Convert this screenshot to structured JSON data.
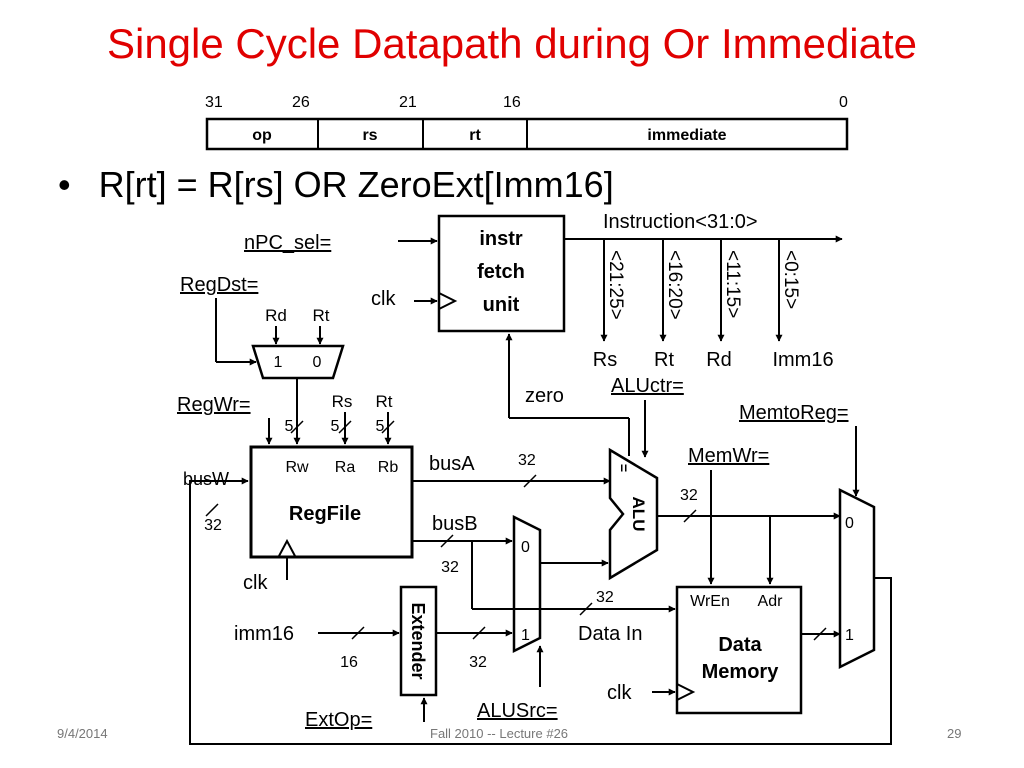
{
  "title": "Single Cycle Datapath during Or Immediate",
  "format": {
    "bit_numbers": [
      "31",
      "26",
      "21",
      "16",
      "0"
    ],
    "fields": [
      "op",
      "rs",
      "rt",
      "immediate"
    ]
  },
  "bullet": {
    "symbol": "•",
    "text": "R[rt]  =  R[rs]  OR  ZeroExt[Imm16]"
  },
  "signals": {
    "npc_sel": "nPC_sel=",
    "regdst": "RegDst=",
    "regwr": "RegWr=",
    "aluctr": "ALUctr=",
    "memtoreg": "MemtoReg=",
    "memwr": "MemWr=",
    "extop": "ExtOp=",
    "alusrc": "ALUSrc="
  },
  "ifu": {
    "lines": [
      "instr",
      "fetch",
      "unit"
    ],
    "clk": "clk",
    "instruction": "Instruction<31:0>",
    "fields": [
      "<21:25>",
      "<16:20>",
      "<11:15>",
      "<0:15>"
    ],
    "outputs": [
      "Rs",
      "Rt",
      "Rd",
      "Imm16"
    ]
  },
  "regdst_mux": {
    "inputs": [
      "Rd",
      "Rt"
    ],
    "selects": [
      "1",
      "0"
    ]
  },
  "regfile": {
    "name": "RegFile",
    "ports": [
      "Rw",
      "Ra",
      "Rb"
    ],
    "port_sources": [
      "Rs",
      "Rt"
    ],
    "width5": "5",
    "busw": "busW",
    "clk": "clk"
  },
  "buses": {
    "busa": "busA",
    "busb": "busB",
    "w32": "32",
    "zero": "zero",
    "imm16": "imm16",
    "w16": "16",
    "data_in": "Data In"
  },
  "extender": {
    "name": "Extender"
  },
  "alusrc_mux": {
    "inputs": [
      "0",
      "1"
    ]
  },
  "alu": {
    "name": "ALU",
    "eq": "="
  },
  "data_memory": {
    "ports": [
      "WrEn",
      "Adr"
    ],
    "lines": [
      "Data",
      "Memory"
    ],
    "clk": "clk"
  },
  "memtoreg_mux": {
    "inputs": [
      "0",
      "1"
    ]
  },
  "footer": {
    "date": "9/4/2014",
    "course": "Fall 2010 -- Lecture #26",
    "page": "29"
  }
}
